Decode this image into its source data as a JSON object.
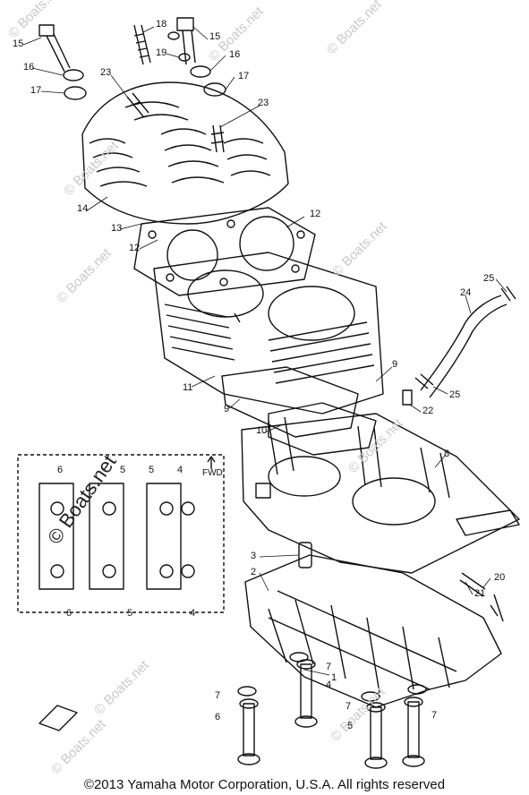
{
  "watermark": "© Boats.net",
  "fwd_label": "FWD",
  "copyright": "©2013 Yamaha Motor Corporation, U.S.A. All rights reserved",
  "callouts": {
    "c15a": "15",
    "c16a": "16",
    "c17a": "17",
    "c18": "18",
    "c19": "19",
    "c15b": "15",
    "c16b": "16",
    "c17b": "17",
    "c23a": "23",
    "c23b": "23",
    "c14": "14",
    "c13": "13",
    "c12a": "12",
    "c12b": "12",
    "c25a": "25",
    "c24": "24",
    "c11": "11",
    "c9a": "9",
    "c9b": "9",
    "c25b": "25",
    "c10": "10",
    "c22": "22",
    "c8": "8",
    "c3": "3",
    "c2": "2",
    "c20": "20",
    "c21": "21",
    "c1": "1",
    "c7a": "7",
    "c4a": "4",
    "c7b": "7",
    "c6a": "6",
    "c7c": "7",
    "c7d": "7",
    "c5a": "5",
    "i6a": "6",
    "i5a": "5",
    "i5b": "5",
    "i4a": "4",
    "i6b": "6",
    "i5c": "5",
    "i4b": "4"
  }
}
